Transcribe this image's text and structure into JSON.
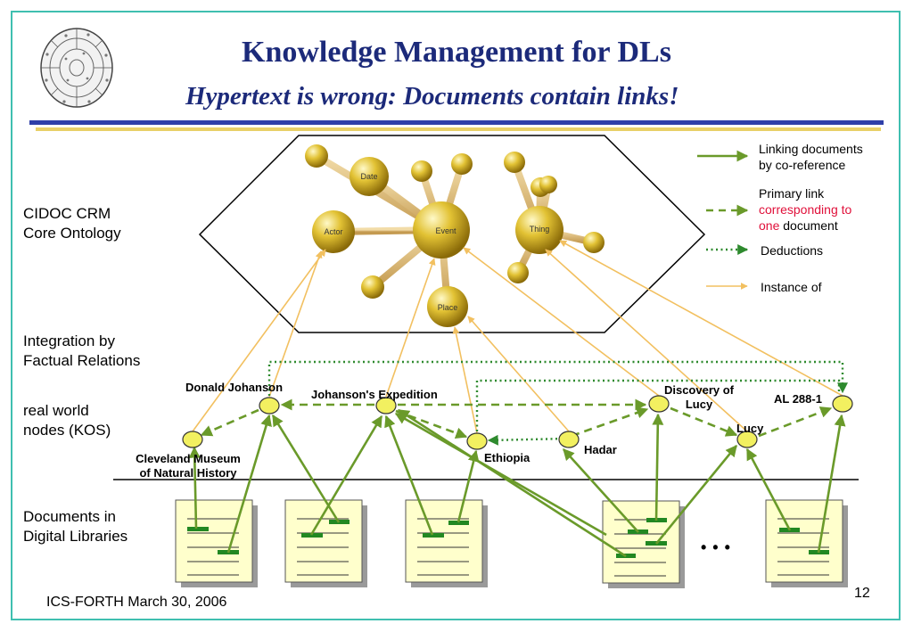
{
  "header": {
    "title": "Knowledge Management for DLs",
    "subtitle": "Hypertext is wrong: Documents contain links!"
  },
  "left_labels": {
    "ontology_line1": "CIDOC CRM",
    "ontology_line2": "Core Ontology",
    "integration_line1": "Integration by",
    "integration_line2": "Factual Relations",
    "kos_line1": "real world",
    "kos_line2": "nodes (KOS)",
    "docs_line1": "Documents in",
    "docs_line2": "Digital Libraries"
  },
  "ontology_nodes": {
    "date": "Date",
    "actor": "Actor",
    "event": "Event",
    "thing": "Thing",
    "place": "Place"
  },
  "kos_nodes": {
    "donald_johanson": "Donald Johanson",
    "expedition": "Johanson's Expedition",
    "discovery_line1": "Discovery of",
    "discovery_line2": "Lucy",
    "al288": "AL 288-1",
    "cleveland_line1": "Cleveland   Museum",
    "cleveland_line2": "of Natural  History",
    "ethiopia": "Ethiopia",
    "hadar": "Hadar",
    "lucy": "Lucy"
  },
  "legend": {
    "coref_line1": "Linking documents",
    "coref_line2": "by co-reference",
    "primary_line1": "Primary link",
    "primary_line2_red": "corresponding to",
    "primary_line3_red": "one",
    "primary_line3_rest": " document",
    "deductions": "Deductions",
    "instance_of": "Instance of"
  },
  "ellipsis": "• • •",
  "footer": {
    "text": "ICS-FORTH  March 30, 2006",
    "page_number": "12"
  },
  "colors": {
    "title_blue": "#1c2a7a",
    "frame_teal": "#3fbfb0",
    "link_green": "#6a9a2a",
    "dotted_green": "#2e8a2e",
    "instance_orange": "#f2c060",
    "node_yellow": "#f2f060",
    "doc_paper": "#ffffcc",
    "doc_bar": "#228822",
    "emphasis_red": "#e0103a"
  }
}
